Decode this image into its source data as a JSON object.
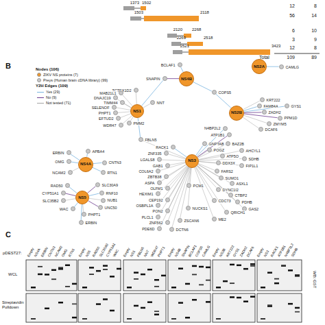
{
  "diagram": {
    "nodes": [
      {
        "text": [
          "NS4B"
        ]
      },
      {
        "text": [
          "NS2A"
        ]
      },
      {
        "text": [
          "NS1"
        ]
      },
      {
        "text": [
          "NS2B"
        ]
      },
      {
        "text": [
          "NS3"
        ]
      },
      {
        "text": [
          "NS4A"
        ]
      },
      {
        "text": [
          "NS5"
        ]
      },
      {
        "text": [
          "BCLAF1"
        ]
      },
      {
        "text": [
          "SNAPIN"
        ]
      },
      {
        "text": [
          "COPS5"
        ]
      },
      {
        "text": [
          "CAMLG"
        ]
      },
      {
        "text": [
          "TCTEX1D2"
        ]
      },
      {
        "text": [
          "MAB21L1"
        ]
      },
      {
        "text": [
          "DNAJC19"
        ]
      },
      {
        "text": [
          "TIMM44"
        ]
      },
      {
        "text": [
          "SELENOF"
        ]
      },
      {
        "text": [
          "PHPT1"
        ]
      },
      {
        "text": [
          "EFTUD2"
        ]
      },
      {
        "text": [
          "PMM2"
        ]
      },
      {
        "text": [
          "NNT"
        ]
      },
      {
        "text": [
          "WDR47"
        ]
      },
      {
        "text": [
          "FBLN5"
        ]
      },
      {
        "text": [
          "KRT222"
        ]
      },
      {
        "text": [
          "FAM84A"
        ]
      },
      {
        "text": [
          "GYS1"
        ]
      },
      {
        "text": [
          "ZADH2"
        ]
      },
      {
        "text": [
          "PPM1D"
        ]
      },
      {
        "text": [
          "ZMYM5"
        ]
      },
      {
        "text": [
          "DCAF6"
        ]
      },
      {
        "text": [
          "N4BP2L2"
        ]
      },
      {
        "text": [
          "ATP1B1"
        ]
      },
      {
        "text": [
          "RACK1"
        ]
      },
      {
        "text": [
          "ZNF335"
        ]
      },
      {
        "text": [
          "LGALS8"
        ]
      },
      {
        "text": [
          "GAB1"
        ]
      },
      {
        "text": [
          "COL6A2"
        ]
      },
      {
        "text": [
          "ZBTB38"
        ]
      },
      {
        "text": [
          "ASPA"
        ]
      },
      {
        "text": [
          "OLFM1"
        ]
      },
      {
        "text": [
          "HEXIM1"
        ]
      },
      {
        "text": [
          "CEP192"
        ]
      },
      {
        "text": [
          "OSBPL1A"
        ]
      },
      {
        "text": [
          "PON2"
        ]
      },
      {
        "text": [
          "PLCL1"
        ]
      },
      {
        "text": [
          "ZNF562"
        ]
      },
      {
        "text": [
          "PDE6D"
        ]
      },
      {
        "text": [
          "PCM1"
        ]
      },
      {
        "text": [
          "NUCKS1"
        ]
      },
      {
        "text": [
          "ZSCAN6"
        ]
      },
      {
        "text": [
          "DCTN6"
        ]
      },
      {
        "text": [
          "GNPTAB"
        ]
      },
      {
        "text": [
          "POGZ"
        ]
      },
      {
        "text": [
          "BAZ2B"
        ]
      },
      {
        "text": [
          "AHCYL1"
        ]
      },
      {
        "text": [
          "ATP5O"
        ]
      },
      {
        "text": [
          "SDHB"
        ]
      },
      {
        "text": [
          "FIP1L1"
        ]
      },
      {
        "text": [
          "DDX3X"
        ]
      },
      {
        "text": [
          "FARS2"
        ]
      },
      {
        "text": [
          "SUMO1"
        ]
      },
      {
        "text": [
          "ASXL1"
        ]
      },
      {
        "text": [
          "DYNC1I2"
        ]
      },
      {
        "text": [
          "CTBP2"
        ]
      },
      {
        "text": [
          "CDC73"
        ]
      },
      {
        "text": [
          "PDHB"
        ]
      },
      {
        "text": [
          "GAS2"
        ]
      },
      {
        "text": [
          "QRICH1"
        ]
      },
      {
        "text": [
          "ME2"
        ]
      },
      {
        "text": [
          "ERBIN"
        ]
      },
      {
        "text": [
          "APBA4"
        ]
      },
      {
        "text": [
          "OMG"
        ]
      },
      {
        "text": [
          "CNTN3"
        ]
      },
      {
        "text": [
          "NCAM2"
        ]
      },
      {
        "text": [
          "RTN1"
        ]
      },
      {
        "text": [
          "RAD50"
        ]
      },
      {
        "text": [
          "SLC30A9"
        ]
      },
      {
        "text": [
          "CYP51A1"
        ]
      },
      {
        "text": [
          "SLC35B2"
        ]
      },
      {
        "text": [
          "RNF10"
        ]
      },
      {
        "text": [
          "NUB1"
        ]
      },
      {
        "text": [
          "UNC50"
        ]
      },
      {
        "text": [
          "WAC"
        ]
      },
      {
        "text": [
          "PHPT1"
        ]
      },
      {
        "text": [
          "ERBIN"
        ]
      }
    ],
    "edges": [
      {
        "from": 0,
        "to": 7,
        "arrow": "none"
      },
      {
        "from": 0,
        "to": 8,
        "arrow": "none"
      },
      {
        "from": 0,
        "to": 9,
        "arrow": "none"
      },
      {
        "from": 1,
        "to": 10,
        "arrow": "none"
      },
      {
        "from": 3,
        "to": 9,
        "arrow": "none"
      },
      {
        "from": 2,
        "to": 11,
        "arrow": "none"
      },
      {
        "from": 2,
        "to": 12,
        "arrow": "none"
      },
      {
        "from": 2,
        "to": 13,
        "arrow": "none"
      },
      {
        "from": 2,
        "to": 14,
        "arrow": "none"
      },
      {
        "from": 2,
        "to": 15,
        "arrow": "none"
      },
      {
        "from": 2,
        "to": 16,
        "arrow": "none"
      },
      {
        "from": 2,
        "to": 17,
        "arrow": "none"
      },
      {
        "from": 2,
        "to": 18,
        "arrow": "none"
      },
      {
        "from": 2,
        "to": 19,
        "arrow": "none"
      },
      {
        "from": 2,
        "to": 20,
        "arrow": "none"
      },
      {
        "from": 2,
        "to": 21,
        "arrow": "none"
      },
      {
        "from": 4,
        "to": 21,
        "arrow": "none"
      },
      {
        "from": 3,
        "to": 22,
        "arrow": "none"
      },
      {
        "from": 3,
        "to": 23,
        "arrow": "none"
      },
      {
        "from": 3,
        "to": 24,
        "arrow": "none"
      },
      {
        "from": 3,
        "to": 25,
        "arrow": "none"
      },
      {
        "from": 3,
        "to": 26,
        "arrow": "none"
      },
      {
        "from": 3,
        "to": 27,
        "arrow": "none"
      },
      {
        "from": 3,
        "to": 28,
        "arrow": "none"
      },
      {
        "from": 4,
        "to": 29,
        "arrow": "none"
      },
      {
        "from": 4,
        "to": 30,
        "arrow": "none"
      },
      {
        "from": 4,
        "to": 31,
        "arrow": "none"
      },
      {
        "from": 4,
        "to": 32,
        "arrow": "none"
      },
      {
        "from": 4,
        "to": 33,
        "arrow": "none"
      },
      {
        "from": 4,
        "to": 34,
        "arrow": "none"
      },
      {
        "from": 4,
        "to": 35,
        "arrow": "none"
      },
      {
        "from": 4,
        "to": 36,
        "arrow": "none"
      },
      {
        "from": 4,
        "to": 37,
        "arrow": "none"
      },
      {
        "from": 4,
        "to": 38,
        "arrow": "none"
      },
      {
        "from": 4,
        "to": 39,
        "arrow": "none"
      },
      {
        "from": 4,
        "to": 40,
        "arrow": "none"
      },
      {
        "from": 4,
        "to": 41,
        "arrow": "none"
      },
      {
        "from": 4,
        "to": 42,
        "arrow": "none"
      },
      {
        "from": 4,
        "to": 43,
        "arrow": "none"
      },
      {
        "from": 4,
        "to": 44,
        "arrow": "none"
      },
      {
        "from": 4,
        "to": 45,
        "arrow": "none"
      },
      {
        "from": 4,
        "to": 46,
        "arrow": "none"
      },
      {
        "from": 4,
        "to": 47,
        "arrow": "none"
      },
      {
        "from": 4,
        "to": 48,
        "arrow": "none"
      },
      {
        "from": 4,
        "to": 49,
        "arrow": "none"
      },
      {
        "from": 4,
        "to": 50,
        "arrow": "none"
      },
      {
        "from": 4,
        "to": 51,
        "arrow": "none"
      },
      {
        "from": 4,
        "to": 52,
        "arrow": "none"
      },
      {
        "from": 4,
        "to": 53,
        "arrow": "none"
      },
      {
        "from": 4,
        "to": 54,
        "arrow": "none"
      },
      {
        "from": 4,
        "to": 55,
        "arrow": "none"
      },
      {
        "from": 4,
        "to": 56,
        "arrow": "none"
      },
      {
        "from": 4,
        "to": 57,
        "arrow": "none"
      },
      {
        "from": 4,
        "to": 58,
        "arrow": "none"
      },
      {
        "from": 4,
        "to": 59,
        "arrow": "none"
      },
      {
        "from": 4,
        "to": 60,
        "arrow": "none"
      },
      {
        "from": 4,
        "to": 61,
        "arrow": "none"
      },
      {
        "from": 4,
        "to": 62,
        "arrow": "none"
      },
      {
        "from": 4,
        "to": 63,
        "arrow": "none"
      },
      {
        "from": 4,
        "to": 64,
        "arrow": "none"
      },
      {
        "from": 4,
        "to": 65,
        "arrow": "none"
      },
      {
        "from": 4,
        "to": 66,
        "arrow": "none"
      },
      {
        "from": 4,
        "to": 67,
        "arrow": "none"
      },
      {
        "from": 5,
        "to": 68,
        "arrow": "none"
      },
      {
        "from": 5,
        "to": 69,
        "arrow": "none"
      },
      {
        "from": 5,
        "to": 70,
        "arrow": "none"
      },
      {
        "from": 5,
        "to": 71,
        "arrow": "none"
      },
      {
        "from": 5,
        "to": 72,
        "arrow": "none"
      },
      {
        "from": 5,
        "to": 73,
        "arrow": "none"
      },
      {
        "from": 6,
        "to": 74,
        "arrow": "none"
      },
      {
        "from": 6,
        "to": 75,
        "arrow": "none"
      },
      {
        "from": 6,
        "to": 76,
        "arrow": "none"
      },
      {
        "from": 6,
        "to": 77,
        "arrow": "none"
      },
      {
        "from": 6,
        "to": 78,
        "arrow": "none"
      },
      {
        "from": 6,
        "to": 79,
        "arrow": "none"
      },
      {
        "from": 6,
        "to": 80,
        "arrow": "none"
      },
      {
        "from": 6,
        "to": 81,
        "arrow": "none"
      },
      {
        "from": 6,
        "to": 82,
        "arrow": "none"
      },
      {
        "from": 6,
        "to": 83,
        "arrow": "none"
      },
      {
        "from": 2,
        "to": 8,
        "arrow": "none"
      }
    ],
    "labels": [
      "1373",
      "1502",
      "1503",
      "2118",
      "2120",
      "2268",
      "2269",
      "2518",
      "2521",
      "3423",
      "12",
      "8",
      "56",
      "14",
      "6",
      "10",
      "3",
      "9",
      "12",
      "8",
      "Total",
      "109",
      "89",
      "B",
      "Nodes (106)",
      "Y2H Edges (109)",
      "C",
      "pDEST27:",
      "Empty",
      "NS4A",
      "ERBIN",
      "CNTN3",
      "NCAM2",
      "OMG",
      "RTN1",
      "Empty",
      "NS5",
      "RAD50",
      "SLC30A9",
      "CYP51A1",
      "WAC",
      "Empty",
      "NS1",
      "FBLN5",
      "NNT",
      "WDR47",
      "PHPT1",
      "Empty",
      "NS4B",
      "SNAPIN",
      "BCLAF1",
      "COPS5",
      "CAMLG",
      "Empty",
      "NS2B",
      "KRT222",
      "GYS1",
      "ZADH2",
      "DCAF6",
      "Empty",
      "NS3",
      "RACK1",
      "ATP1B1",
      "N4BP2L2",
      "SDHB",
      "WCL",
      "Streptavidin Pulldown",
      "WB: GST"
    ],
    "legend": [
      {
        "text": "ZIKV NS proteins (7)",
        "color": "#f0962a"
      },
      {
        "text": "Preys (Human brain cDNA library) (99)",
        "color": "#c8c8c8"
      },
      {
        "text": "Yes (29)"
      },
      {
        "text": "No (9)"
      },
      {
        "text": "Not tested (71)"
      }
    ]
  }
}
